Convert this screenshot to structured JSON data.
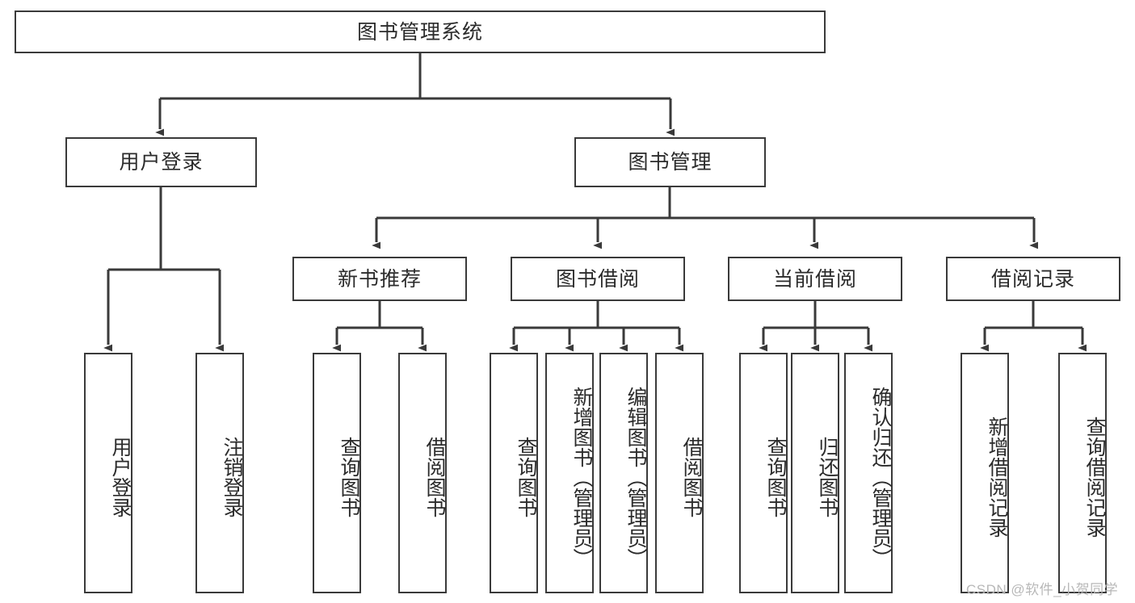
{
  "diagram": {
    "type": "tree",
    "title": "图书管理系统",
    "root": {
      "id": "root",
      "label": "图书管理系统"
    },
    "level2": [
      {
        "id": "user-login",
        "label": "用户登录"
      },
      {
        "id": "book-manage",
        "label": "图书管理"
      }
    ],
    "level3": [
      {
        "id": "new-book-recommend",
        "label": "新书推荐"
      },
      {
        "id": "book-borrow",
        "label": "图书借阅"
      },
      {
        "id": "current-borrow",
        "label": "当前借阅"
      },
      {
        "id": "borrow-record",
        "label": "借阅记录"
      }
    ],
    "leaves": [
      {
        "id": "leaf-user-login",
        "label": "用户登录",
        "parent": "user-login"
      },
      {
        "id": "leaf-user-logout",
        "label": "注销登录",
        "parent": "user-login"
      },
      {
        "id": "leaf-query-book-1",
        "label": "查询图书",
        "parent": "new-book-recommend"
      },
      {
        "id": "leaf-borrow-book-1",
        "label": "借阅图书",
        "parent": "new-book-recommend"
      },
      {
        "id": "leaf-query-book-2",
        "label": "查询图书",
        "parent": "book-borrow"
      },
      {
        "id": "leaf-add-book",
        "label": "新增图书（管理员）",
        "parent": "book-borrow"
      },
      {
        "id": "leaf-edit-book",
        "label": "编辑图书（管理员）",
        "parent": "book-borrow"
      },
      {
        "id": "leaf-borrow-book-2",
        "label": "借阅图书",
        "parent": "book-borrow"
      },
      {
        "id": "leaf-query-book-3",
        "label": "查询图书",
        "parent": "current-borrow"
      },
      {
        "id": "leaf-return-book",
        "label": "归还图书",
        "parent": "current-borrow"
      },
      {
        "id": "leaf-confirm-return",
        "label": "确认归还（管理员）",
        "parent": "current-borrow"
      },
      {
        "id": "leaf-add-record",
        "label": "新增借阅记录",
        "parent": "borrow-record"
      },
      {
        "id": "leaf-query-record",
        "label": "查询借阅记录",
        "parent": "borrow-record"
      }
    ],
    "colors": {
      "stroke": "#3a3a3a",
      "fill": "#ffffff",
      "text": "#2b2b2b",
      "watermark": "#b8b8b8"
    }
  },
  "watermark": {
    "text": "CSDN @软件_小贺同学"
  }
}
